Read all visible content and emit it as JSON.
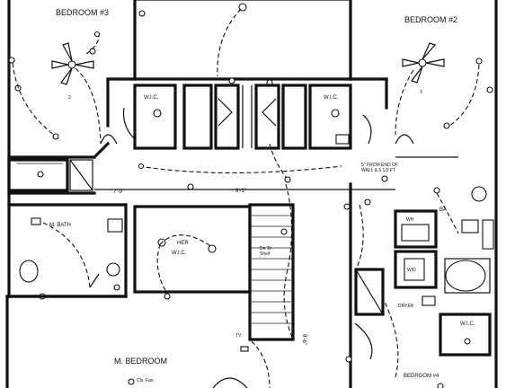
{
  "rooms": {
    "bedroom3": "BEDROOM #3",
    "bedroom2": "BEDROOM #2",
    "wic_left": "W.I.C.",
    "wic_right": "W.I.C.",
    "her_wic_line1": "HER",
    "her_wic_line2": "W.I.C.",
    "m_bath": "M. BATH",
    "m_bedroom": "M. BEDROOM",
    "bedroom4": "BEDROOM #4",
    "wic_br4": "W.I.C.",
    "bath": "BA"
  },
  "dimensions": {
    "d1": "7'-9\"",
    "d2": "8'-1\"",
    "d3": "8'-6\""
  },
  "notes": {
    "wall_note_line1": "5\" FROM END OF",
    "wall_note_line2": "WALL & 5 1/2 FT",
    "attic_line1": "Dn To",
    "attic_line2": "Shelf",
    "dryer": "DRYER",
    "washer": "W/D",
    "fan_note": "Cls. Fan",
    "tv": "TV"
  }
}
